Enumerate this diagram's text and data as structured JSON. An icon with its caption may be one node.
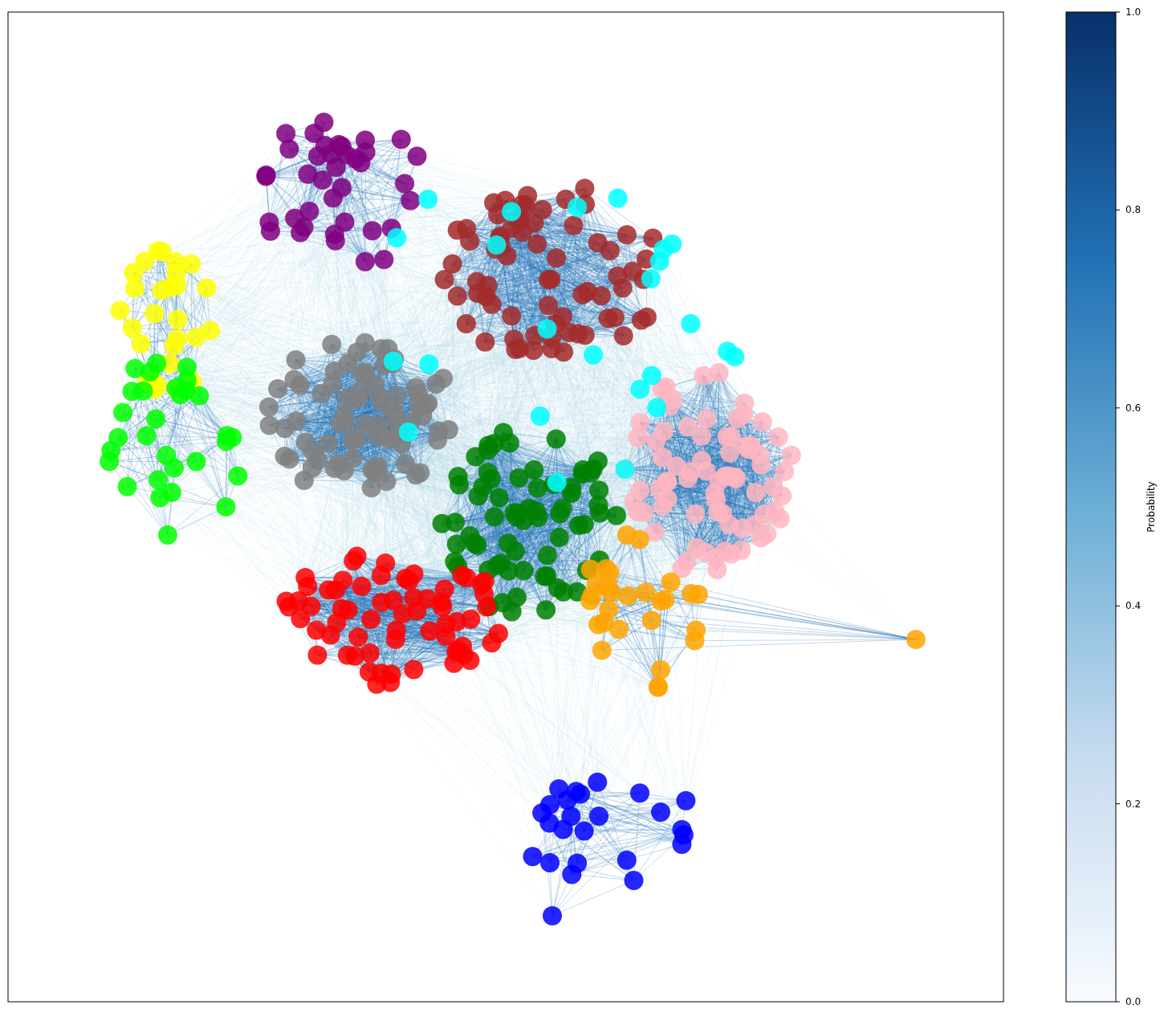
{
  "diagram": {
    "labels": [
      "1.0",
      "0.8",
      "0.6",
      "0.4",
      "0.2",
      "0.0",
      "Probability"
    ]
  }
}
